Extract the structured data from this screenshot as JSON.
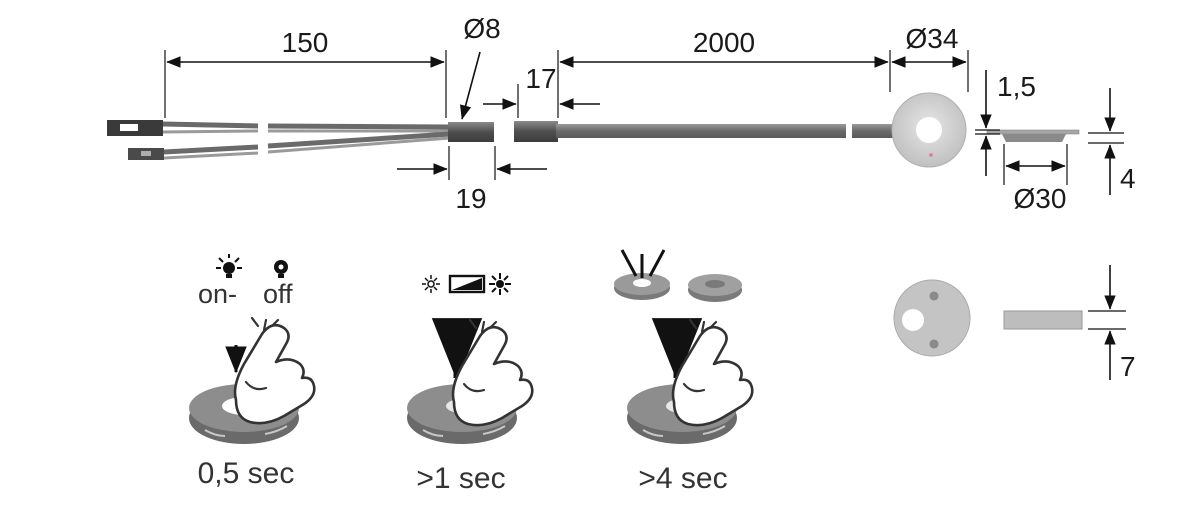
{
  "dimensions": {
    "lead_length": "150",
    "sleeve_diameter": "Ø8",
    "cable_length": "2000",
    "sleeve_gap": "17",
    "sleeve_length": "19",
    "disc_diameter": "Ø34",
    "flange_thickness": "1,5",
    "body_diameter": "Ø30",
    "body_height": "4",
    "side_height": "7"
  },
  "steps": [
    {
      "top_left": "on-",
      "top_right": "off",
      "time": "0,5 sec"
    },
    {
      "time": ">1 sec"
    },
    {
      "time": ">4 sec"
    }
  ],
  "colors": {
    "part_dark": "#6e6e6e",
    "part_light": "#c8c8c8",
    "line": "#111111"
  }
}
